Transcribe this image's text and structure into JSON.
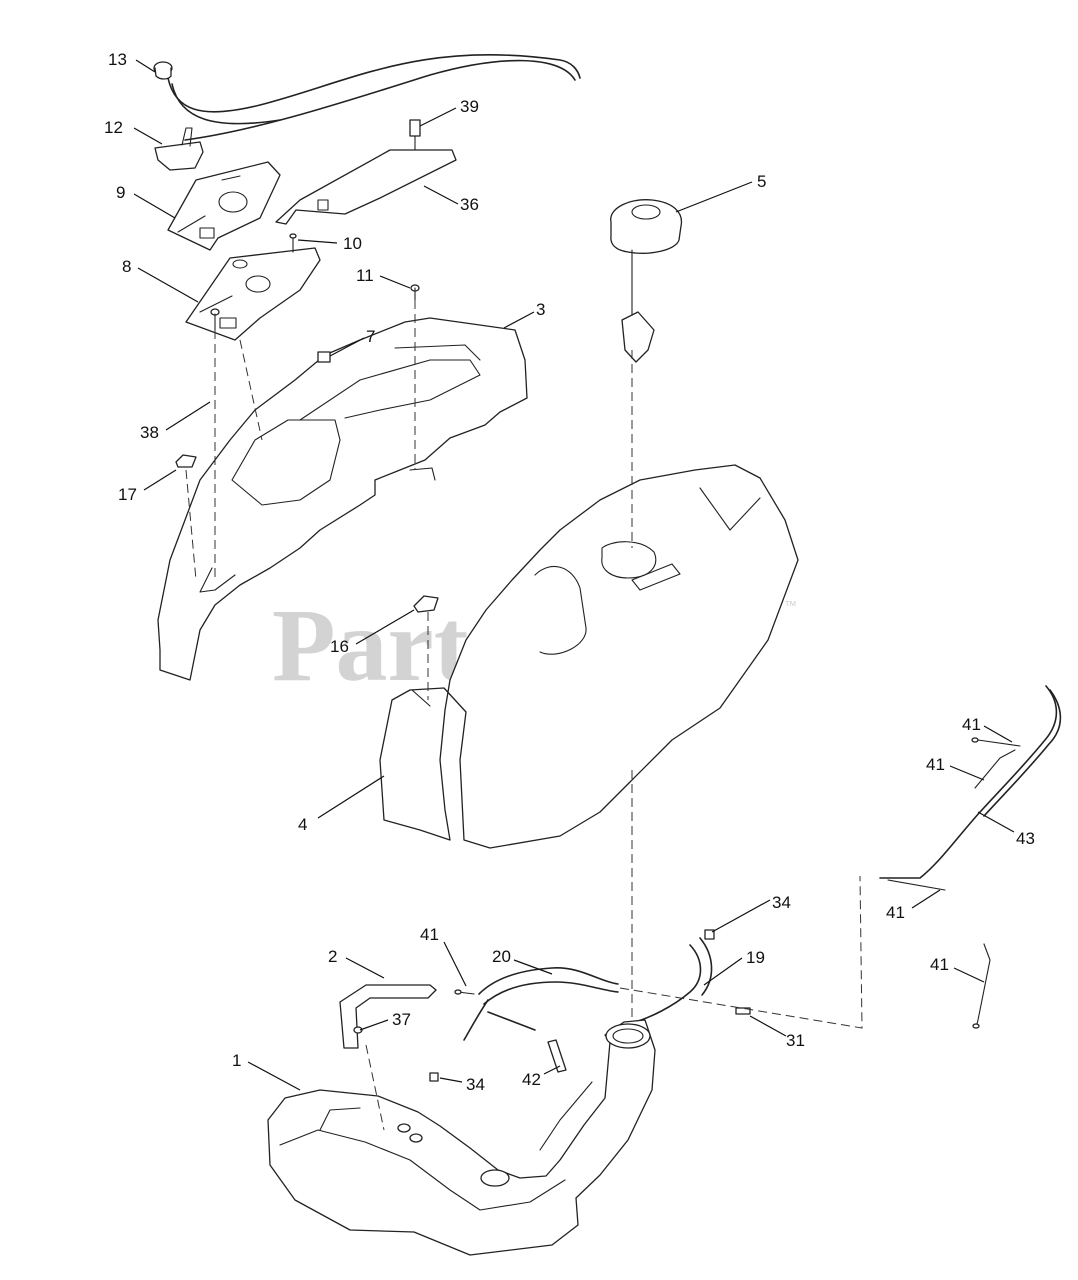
{
  "watermark": {
    "text": "PartsTree",
    "trademark": "™"
  },
  "callouts": {
    "c13": "13",
    "c12": "12",
    "c9": "9",
    "c8": "8",
    "c39": "39",
    "c36": "36",
    "c10": "10",
    "c11": "11",
    "c7": "7",
    "c3": "3",
    "c5": "5",
    "c38": "38",
    "c17": "17",
    "c16": "16",
    "c4": "4",
    "c41a": "41",
    "c41b": "41",
    "c43": "43",
    "c41c": "41",
    "c34a": "34",
    "c41d": "41",
    "c2": "2",
    "c20": "20",
    "c19": "19",
    "c41e": "41",
    "c37": "37",
    "c31": "31",
    "c1": "1",
    "c34b": "34",
    "c42": "42"
  }
}
